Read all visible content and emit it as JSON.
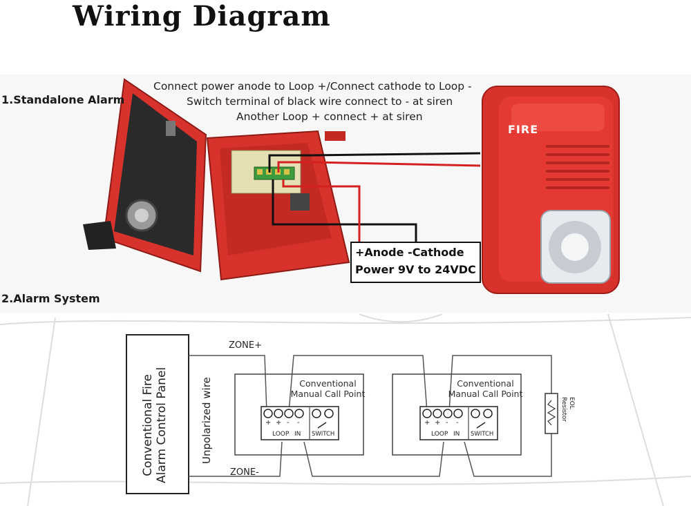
{
  "title": "Wiring Diagram",
  "section1_label": "1.Standalone Alarm",
  "section2_label": "2.Alarm System",
  "instructions": {
    "line1": "Connect power anode to Loop +/Connect cathode to Loop -",
    "line2": "Switch terminal of black wire connect to - at siren",
    "line3": "Another Loop + connect + at siren"
  },
  "power_label": {
    "line1": "+Anode -Cathode",
    "line2": "Power 9V to 24VDC"
  },
  "siren_label": "FIRE",
  "schematic": {
    "panel_label_line1": "Conventional Fire",
    "panel_label_line2": "Alarm Control Panel",
    "unpolarized_wire": "Unpolarized wire",
    "zone_plus": "ZONE+",
    "zone_minus": "ZONE-",
    "call_point_line1": "Conventional",
    "call_point_line2": "Manual Call Point",
    "terminal_signs": [
      "+",
      "+",
      "-",
      "-"
    ],
    "loop_label": "LOOP",
    "in_label": "IN",
    "switch_label": "SWITCH",
    "eol_line1": "EOL",
    "eol_line2": "Resistor"
  },
  "colors": {
    "alarm_red": "#d8322c",
    "alarm_dark_red": "#a51d18",
    "wire_red": "#d42020",
    "wire_black": "#111111",
    "terminal_green": "#3d9b3d",
    "line_gray": "#555555"
  }
}
